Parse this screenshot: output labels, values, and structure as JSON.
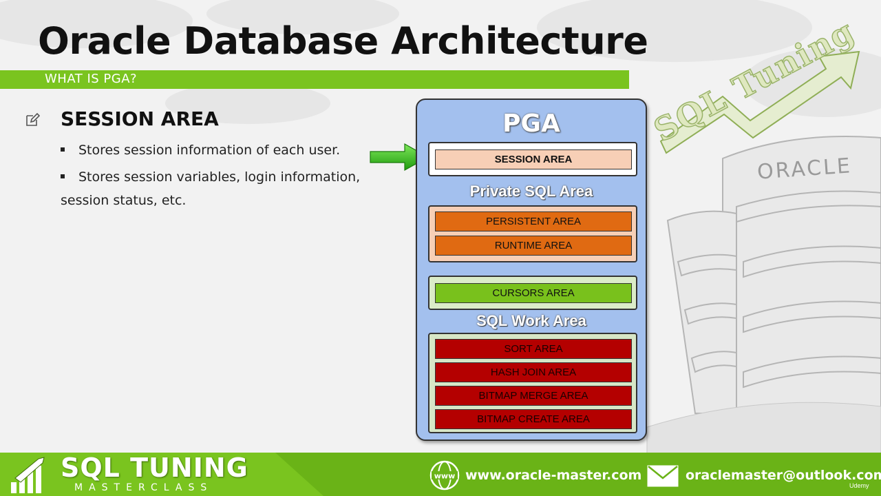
{
  "slide": {
    "title": "Oracle Database Architecture",
    "subtitle": "WHAT IS PGA?",
    "section_heading": "SESSION AREA",
    "bullets": [
      "Stores session information of each user.",
      "Stores session variables, login information,"
    ],
    "bullet_continuation": "session status, etc."
  },
  "diagram": {
    "title": "PGA",
    "session": {
      "label": "SESSION AREA",
      "fill": "#f7cfb6",
      "group_fill": "#ffffff"
    },
    "private_sql": {
      "label": "Private SQL Area",
      "group_fill": "#f7cfb6",
      "items": [
        {
          "label": "PERSISTENT AREA",
          "fill": "#e06a12"
        },
        {
          "label": "RUNTIME AREA",
          "fill": "#e06a12"
        }
      ]
    },
    "cursors": {
      "label": "CURSORS AREA",
      "fill": "#79c11c",
      "group_fill": "#dbecc8"
    },
    "sql_work": {
      "label": "SQL Work Area",
      "group_fill": "#d7e6c6",
      "items": [
        {
          "label": "SORT AREA",
          "fill": "#b40000"
        },
        {
          "label": "HASH JOIN AREA",
          "fill": "#b40000"
        },
        {
          "label": "BITMAP MERGE AREA",
          "fill": "#b40000"
        },
        {
          "label": "BITMAP CREATE AREA",
          "fill": "#b40000"
        }
      ]
    }
  },
  "watermark": {
    "tuning_text": "SQL Tuning",
    "logo_text": "ORACLE"
  },
  "footer": {
    "brand_title": "SQL TUNING",
    "brand_subtitle": "MASTERCLASS",
    "website": "www.oracle-master.com",
    "email": "oraclemaster@outlook.com",
    "platform": "Udemy"
  },
  "colors": {
    "accent_green": "#7ac41f",
    "arrow_green": "#3dbb1c"
  }
}
